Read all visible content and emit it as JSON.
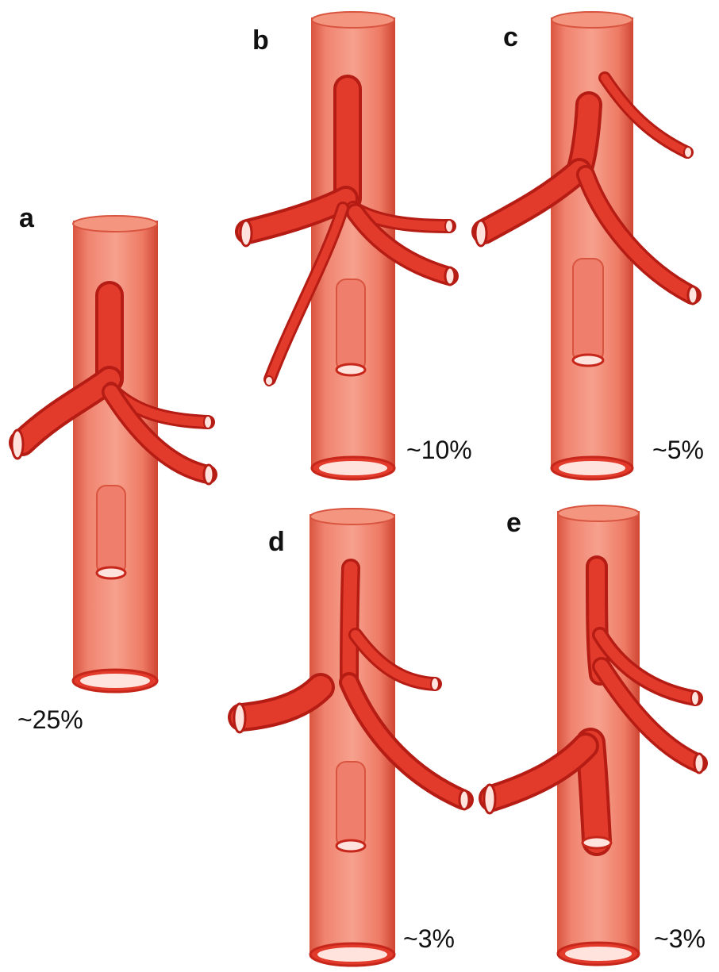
{
  "panels": [
    {
      "letter": "a",
      "percent": "~25%"
    },
    {
      "letter": "b",
      "percent": "~10%"
    },
    {
      "letter": "c",
      "percent": "~5%"
    },
    {
      "letter": "d",
      "percent": "~3%"
    },
    {
      "letter": "e",
      "percent": "~3%"
    }
  ],
  "colors": {
    "background": "#ffffff",
    "aorta": "#f08470",
    "aorta_shade": "#d9543f",
    "artery": "#e23a2b",
    "artery_dark": "#b51c14",
    "lumen": "#ffe3dc"
  }
}
